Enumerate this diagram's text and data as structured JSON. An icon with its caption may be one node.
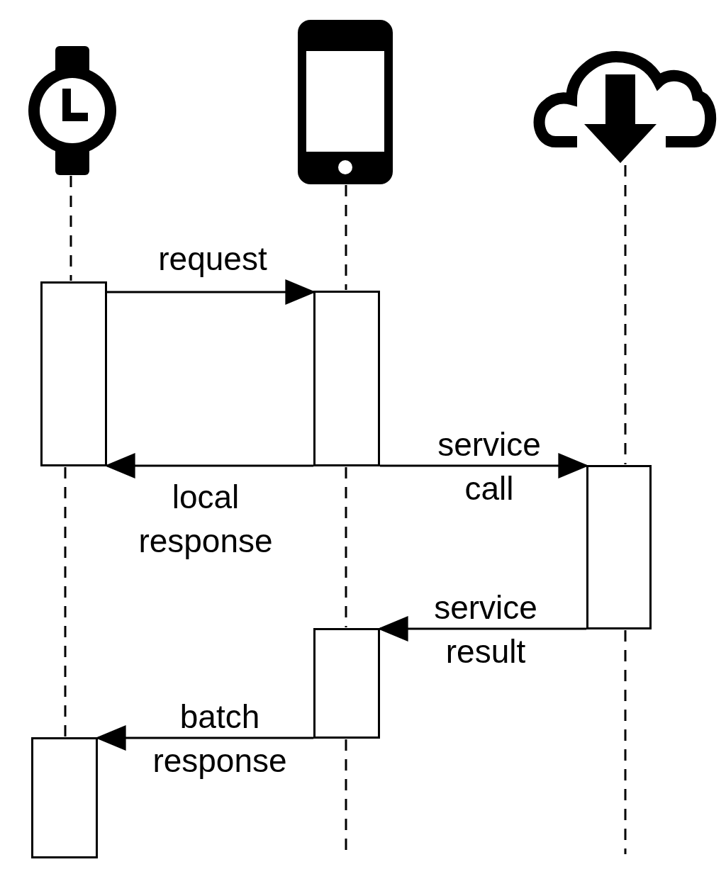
{
  "diagram": {
    "nodes": [
      {
        "text": [],
        "shape": "picture"
      },
      {
        "text": [],
        "shape": "picture"
      },
      {
        "text": [],
        "shape": "picture"
      },
      {
        "text": [],
        "shape": "box"
      },
      {
        "text": [],
        "shape": "box"
      },
      {
        "text": [],
        "shape": "box"
      },
      {
        "text": [],
        "shape": "box"
      },
      {
        "text": [],
        "shape": "box"
      }
    ],
    "edges": [
      {
        "from": 3,
        "to": 4,
        "arrow": "to",
        "label": "request"
      },
      {
        "from": 4,
        "to": 3,
        "arrow": "to",
        "label": "local response"
      },
      {
        "from": 4,
        "to": 5,
        "arrow": "to",
        "label": "service call"
      },
      {
        "from": 5,
        "to": 6,
        "arrow": "to",
        "label": "service result"
      },
      {
        "from": 6,
        "to": 7,
        "arrow": "to",
        "label": "batch response"
      },
      {
        "from": 0,
        "to": 3,
        "arrow": "none",
        "style": "dashed"
      },
      {
        "from": 3,
        "to": 7,
        "arrow": "none",
        "style": "dashed"
      },
      {
        "from": 1,
        "to": 4,
        "arrow": "none",
        "style": "dashed"
      },
      {
        "from": 4,
        "to": 6,
        "arrow": "none",
        "style": "dashed"
      },
      {
        "from": 6,
        "to": null,
        "arrow": "none",
        "style": "dashed"
      },
      {
        "from": 2,
        "to": 5,
        "arrow": "none",
        "style": "dashed"
      },
      {
        "from": 5,
        "to": null,
        "arrow": "none",
        "style": "dashed"
      }
    ]
  }
}
